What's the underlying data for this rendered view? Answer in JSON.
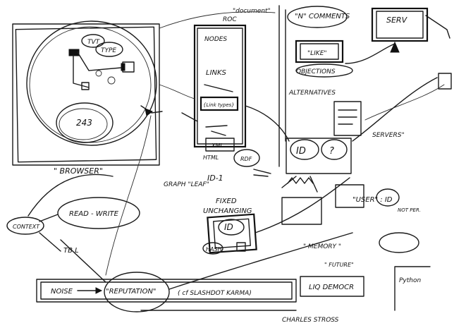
{
  "labels": {
    "browser": "\" BROWSER\"",
    "tvt": "TVT",
    "type": "TYPE",
    "num243": "243",
    "document": "\"document\"",
    "roc": "ROC",
    "nodes": "NODES",
    "links": "LINKS",
    "link_types": "{Link types}",
    "html": "HTML",
    "xml": "XML",
    "rdf": "RDF",
    "graph_leaf": "GRAPH \"LEAF\"",
    "id_1": "ID-1",
    "n_comments": "\"N\" COMMENTS",
    "like": "\"LIKE\"",
    "objections": "OBJECTIONS",
    "alternatives": "ALTERNATIVES",
    "servers": "SERVERS\"",
    "server": "SERV",
    "id_center": "ID",
    "fixed": "FIXED",
    "unchanging": "UNCHANGING",
    "id_box": "ID",
    "hash": "HASH",
    "user_id": "\"USER\" : ID",
    "not_per": "NOT PER.",
    "memory": "\" MEMORY \"",
    "future": "\" FUTURE\"",
    "context": "CONTEXT",
    "read_write": "READ - WRITE",
    "tbl": "TB L",
    "noise": "NOISE",
    "reputation": "\"REPUTATION\"",
    "slashdot": "( cf SLASHDOT KARMA)",
    "liq_democr": "LIQ DEMOCR",
    "charles_stross": "CHARLES STROSS",
    "python": "Python"
  }
}
